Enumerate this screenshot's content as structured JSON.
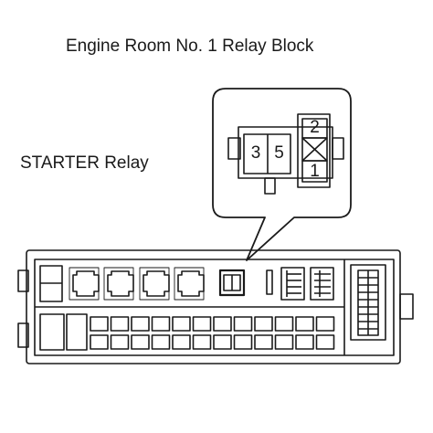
{
  "labels": {
    "block_title": "Engine Room No. 1 Relay Block",
    "relay_name": "STARTER Relay"
  },
  "relay_pins": {
    "pin_3": "3",
    "pin_5": "5",
    "pin_2": "2",
    "pin_1": "1"
  },
  "colors": {
    "line": "#1a1a1a",
    "background": "#ffffff"
  }
}
